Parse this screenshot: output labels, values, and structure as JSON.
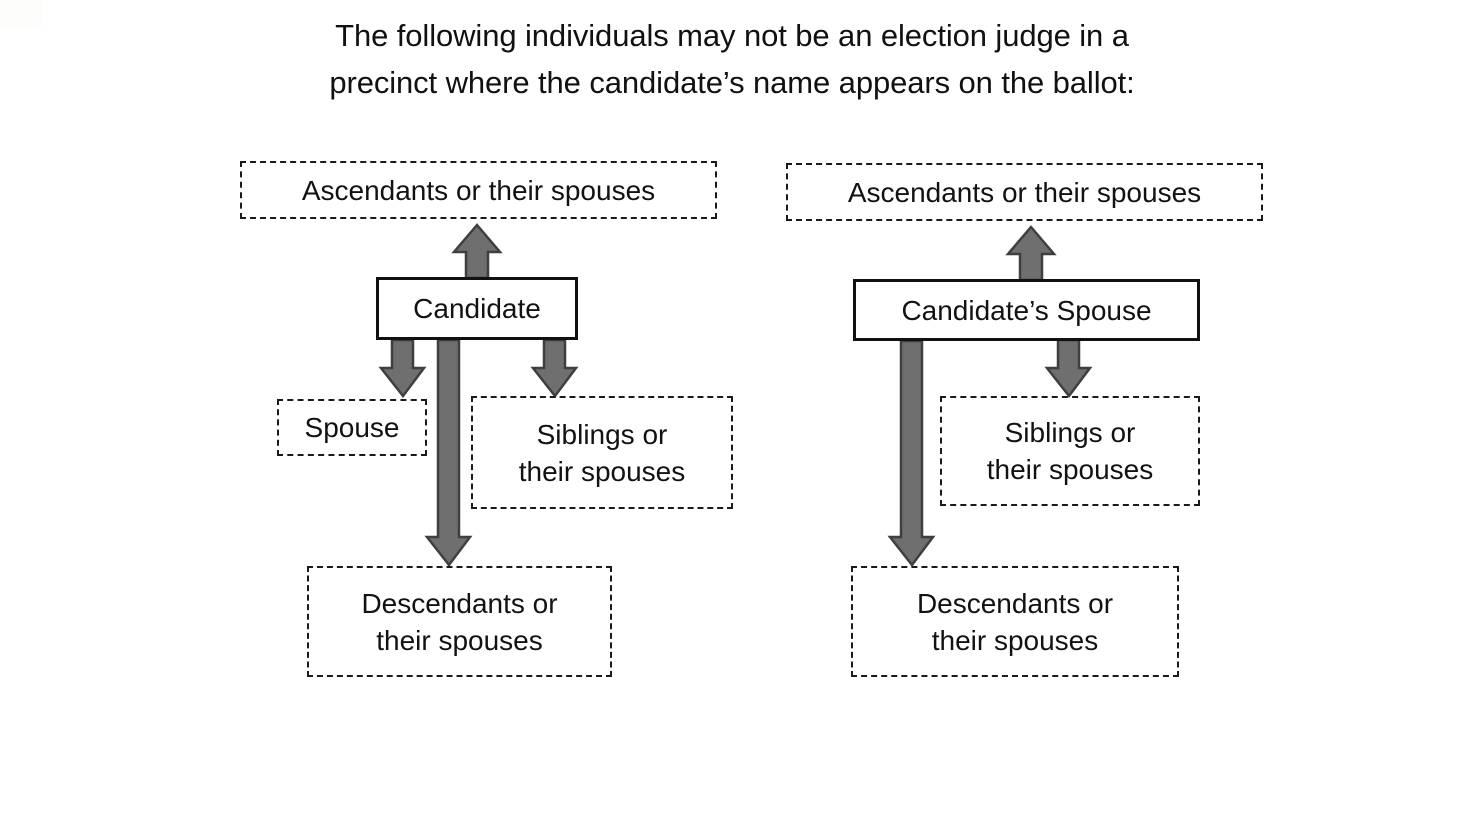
{
  "page": {
    "title_line1": "The following individuals may not be an election judge in a",
    "title_line2": "precinct where the candidate’s name appears on the ballot:",
    "background_color": "#ffffff",
    "text_color": "#121212",
    "arrow_fill_color": "#6f6f6f",
    "arrow_stroke_color": "#3f3f3f",
    "box_border_color": "#1a1a1a"
  },
  "diagrams": [
    {
      "id": "candidate-diagram",
      "root_label": "Candidate",
      "root_style": "solid",
      "nodes": [
        {
          "id": "ascendants",
          "label": "Ascendants or their spouses",
          "style": "dashed",
          "relation": "ascendant",
          "arrow_direction": "up"
        },
        {
          "id": "spouse",
          "label": "Spouse",
          "style": "dashed",
          "relation": "spouse",
          "arrow_direction": "down"
        },
        {
          "id": "siblings",
          "label": "Siblings or\ntheir spouses",
          "style": "dashed",
          "relation": "sibling",
          "arrow_direction": "down"
        },
        {
          "id": "descendants",
          "label": "Descendants or\ntheir spouses",
          "style": "dashed",
          "relation": "descendant",
          "arrow_direction": "down"
        }
      ]
    },
    {
      "id": "candidate-spouse-diagram",
      "root_label": "Candidate’s Spouse",
      "root_style": "solid",
      "nodes": [
        {
          "id": "ascendants",
          "label": "Ascendants or their spouses",
          "style": "dashed",
          "relation": "ascendant",
          "arrow_direction": "up"
        },
        {
          "id": "siblings",
          "label": "Siblings or\ntheir spouses",
          "style": "dashed",
          "relation": "sibling",
          "arrow_direction": "down"
        },
        {
          "id": "descendants",
          "label": "Descendants or\ntheir spouses",
          "style": "dashed",
          "relation": "descendant",
          "arrow_direction": "down"
        }
      ]
    }
  ]
}
